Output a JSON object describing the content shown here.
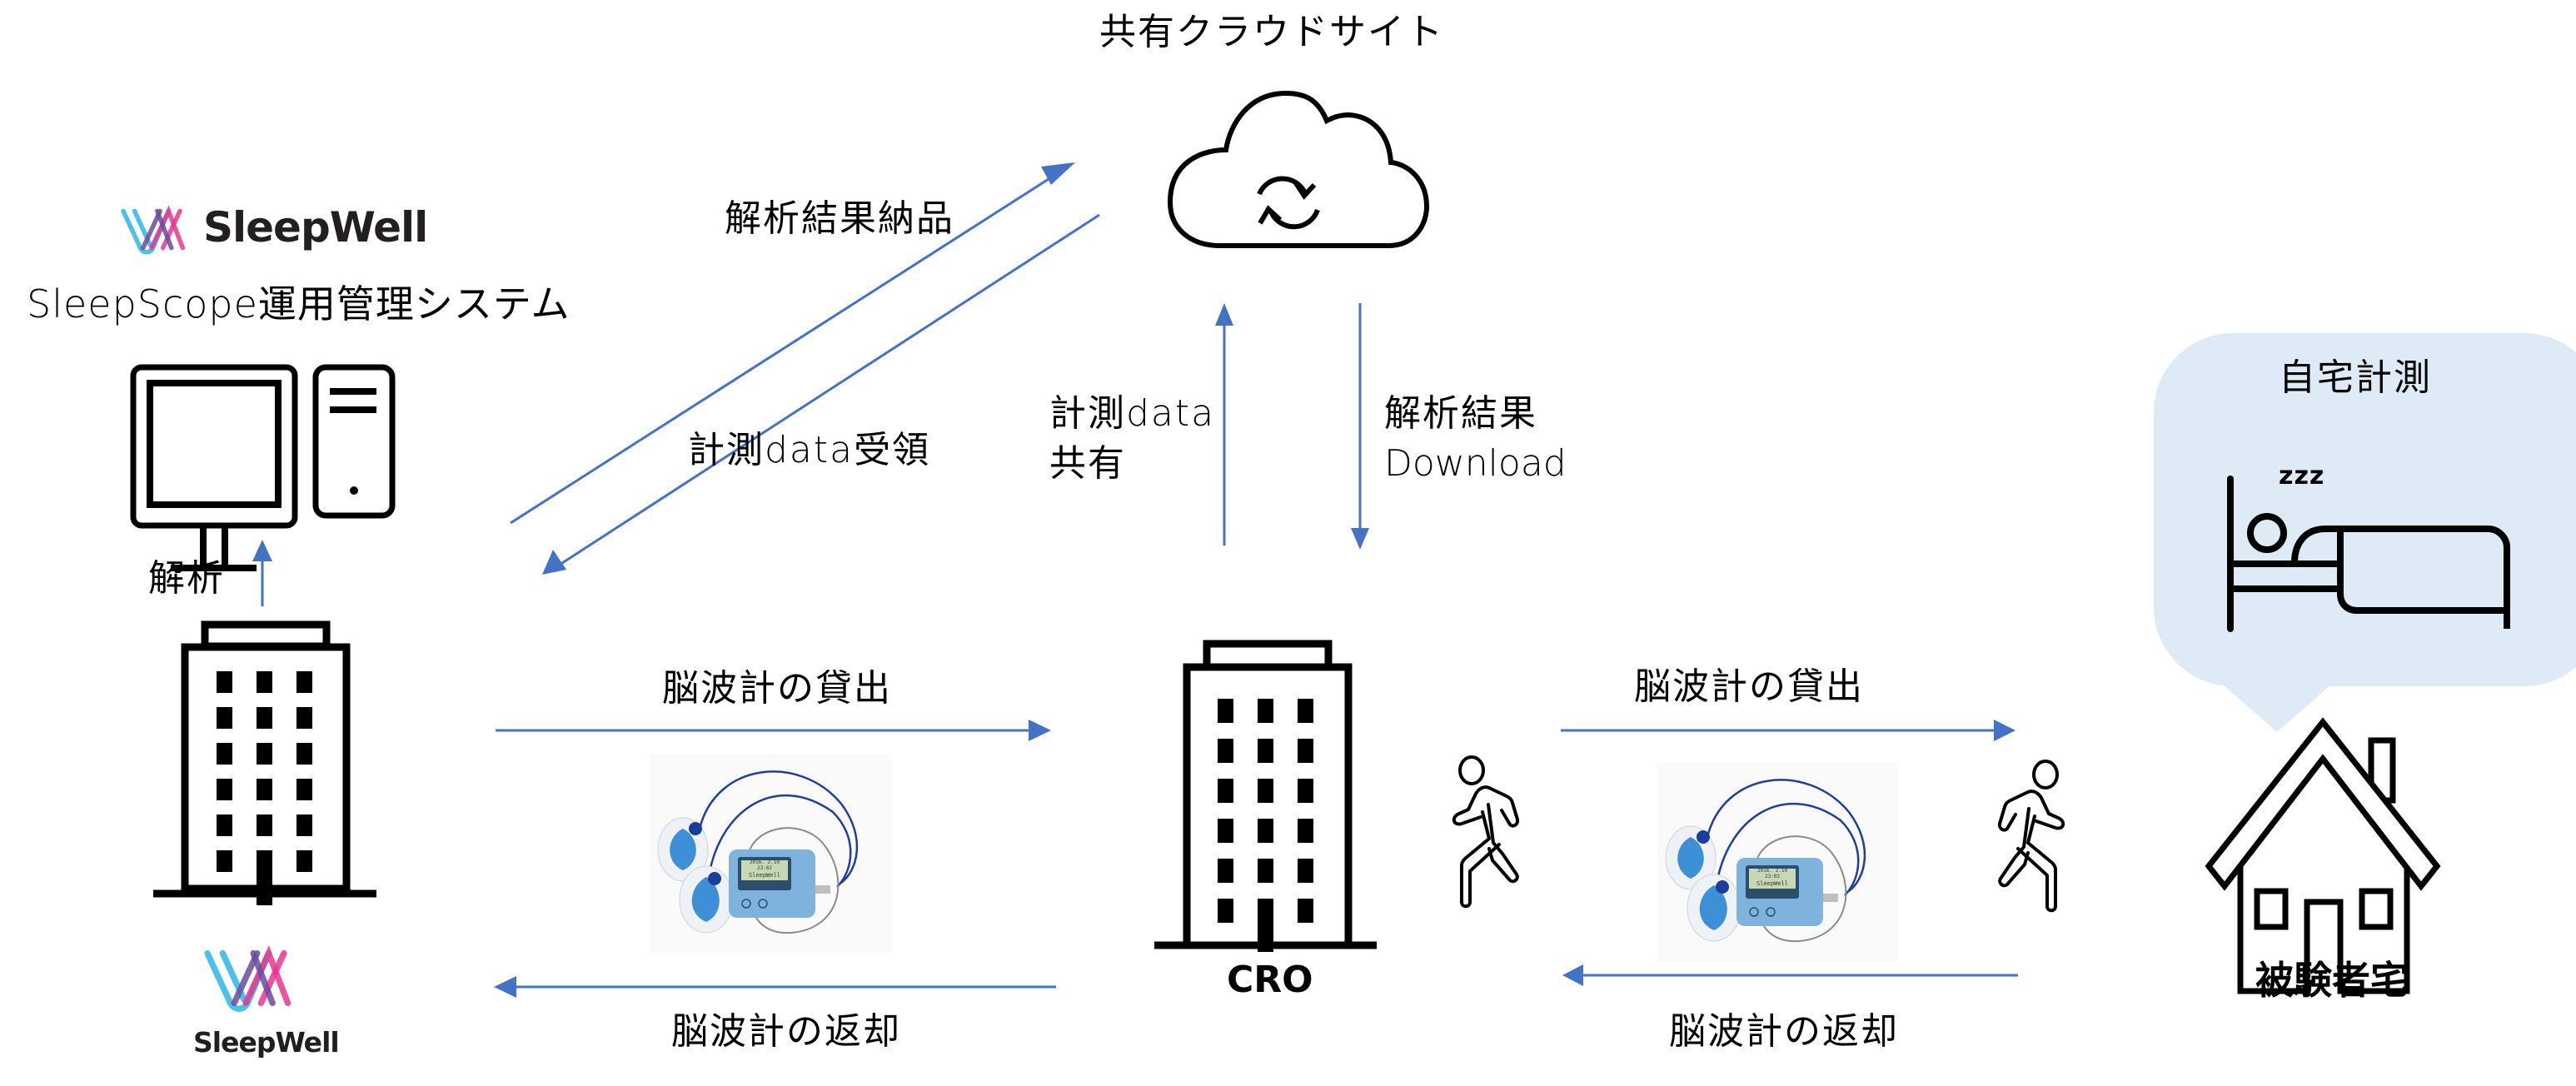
{
  "title": "共有クラウドサイト",
  "colors": {
    "arrow": "#4472C4",
    "bubble": "#DEEBF7",
    "icon": "#000000",
    "brand_cyan": "#29B6E8",
    "brand_magenta": "#E8368F",
    "brand_purple": "#6A4C9C"
  },
  "sleepwell": {
    "brand_name": "SleepWell",
    "system_name": "SleepScope運用管理システム",
    "analysis_label": "解析"
  },
  "cloud": {
    "label": "共有クラウドサイト",
    "icon": "cloud-sync-icon"
  },
  "flows": {
    "deliver_results": "解析結果納品",
    "receive_data": "計測data受領",
    "share_data_line1": "計測data",
    "share_data_line2": "共有",
    "download_line1": "解析結果",
    "download_line2": "Download",
    "lend_left": "脳波計の貸出",
    "return_left": "脳波計の返却",
    "lend_right": "脳波計の貸出",
    "return_right": "脳波計の返却"
  },
  "cro": {
    "label": "CRO"
  },
  "home": {
    "label": "被験者宅",
    "bubble_title": "自宅計測",
    "sleep_text": "zzz"
  },
  "device": {
    "screen_line1": "2016. 2.10 23:02",
    "screen_line2": "SleepWell",
    "brand": "SleepWell"
  },
  "icons": [
    "computer-icon",
    "building-icon",
    "cloud-sync-icon",
    "walking-person-icon",
    "house-icon",
    "bed-sleep-icon",
    "eeg-device-icon",
    "sleepwell-logo-icon"
  ]
}
